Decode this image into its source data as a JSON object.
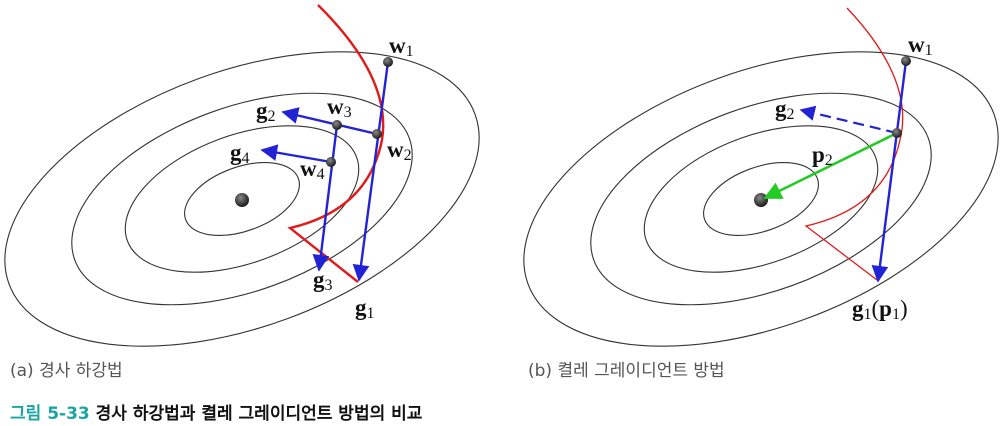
{
  "captions": {
    "panel_a": "(a) 경사 하강법",
    "panel_b": "(b) 켤레 그레이디언트 방법",
    "figure_number": "그림 5-33",
    "figure_title": "경사 하강법과 켤레 그레이디언트 방법의 비교"
  },
  "panel_a": {
    "points": {
      "w1": {
        "base": "w",
        "sub": "1"
      },
      "w2": {
        "base": "w",
        "sub": "2"
      },
      "w3": {
        "base": "w",
        "sub": "3"
      },
      "w4": {
        "base": "w",
        "sub": "4"
      }
    },
    "gradients": {
      "g1": {
        "base": "g",
        "sub": "1"
      },
      "g2": {
        "base": "g",
        "sub": "2"
      },
      "g3": {
        "base": "g",
        "sub": "3"
      },
      "g4": {
        "base": "g",
        "sub": "4"
      }
    }
  },
  "panel_b": {
    "w1": {
      "base": "w",
      "sub": "1"
    },
    "g2": {
      "base": "g",
      "sub": "2"
    },
    "p2": {
      "base": "p",
      "sub": "2"
    },
    "g1p1": {
      "base": "g",
      "sub": "1",
      "paren_open": "(",
      "inner_base": "p",
      "inner_sub": "1",
      "paren_close": ")"
    }
  },
  "colors": {
    "contour": "#333333",
    "path": "#2323d6",
    "cut": "#e01b1b",
    "conjugate": "#22cc22",
    "accent": "#1aa5a3"
  }
}
